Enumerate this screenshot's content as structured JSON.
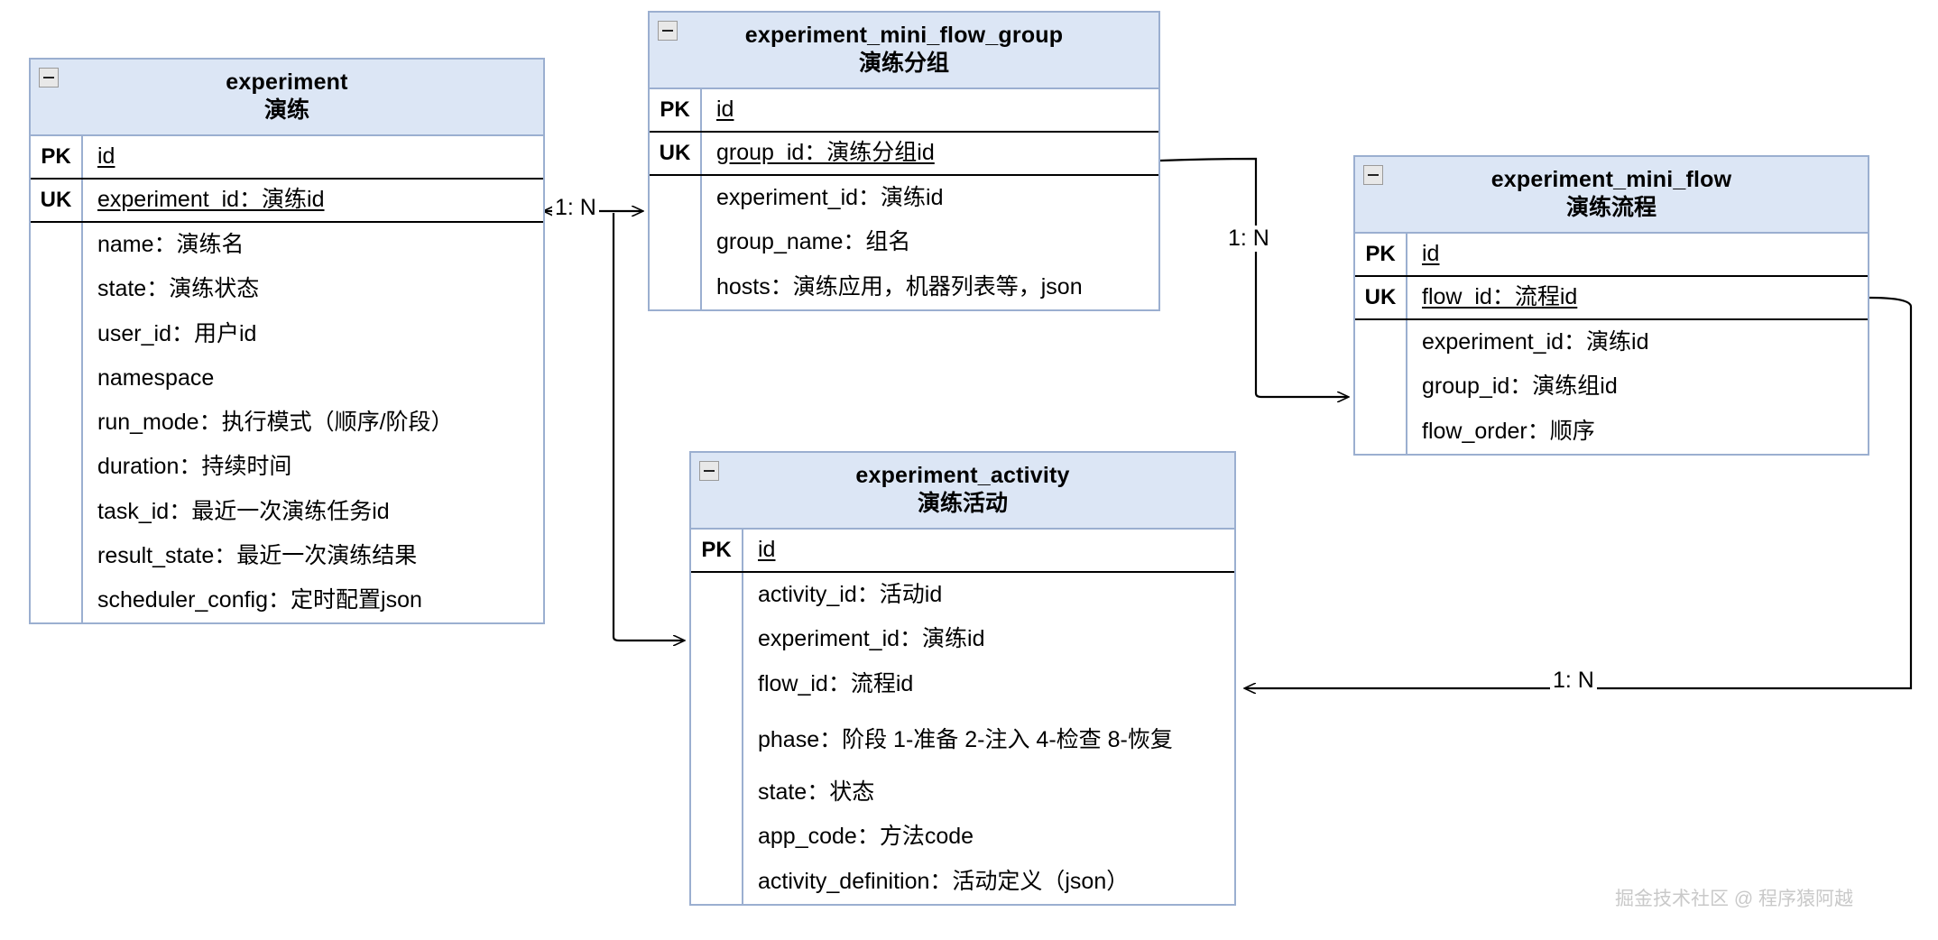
{
  "diagram": {
    "type": "er-diagram",
    "watermark": "掘金技术社区 @ 程序猿阿越",
    "colors": {
      "header_fill": "#dce6f5",
      "border": "#9bafd0",
      "separator": "#000000",
      "background": "#ffffff",
      "watermark": "#c9c9c9"
    }
  },
  "entities": {
    "experiment": {
      "name": "experiment",
      "cn_name": "演练",
      "collapse_icon": "minus-box-icon",
      "keys": [
        {
          "key": "PK",
          "label": "id"
        },
        {
          "key": "UK",
          "label": "experiment_id：演练id"
        }
      ],
      "attributes": [
        "name：演练名",
        "state：演练状态",
        "user_id：用户id",
        "namespace",
        "run_mode：执行模式（顺序/阶段）",
        "duration：持续时间",
        "task_id：最近一次演练任务id",
        "result_state：最近一次演练结果",
        "scheduler_config：定时配置json"
      ]
    },
    "experiment_mini_flow_group": {
      "name": "experiment_mini_flow_group",
      "cn_name": "演练分组",
      "collapse_icon": "minus-box-icon",
      "keys": [
        {
          "key": "PK",
          "label": "id"
        },
        {
          "key": "UK",
          "label": "group_id：演练分组id"
        }
      ],
      "attributes": [
        "experiment_id：演练id",
        "group_name：组名",
        "hosts：演练应用，机器列表等，json"
      ]
    },
    "experiment_mini_flow": {
      "name": "experiment_mini_flow",
      "cn_name": "演练流程",
      "collapse_icon": "minus-box-icon",
      "keys": [
        {
          "key": "PK",
          "label": "id"
        },
        {
          "key": "UK",
          "label": "flow_id：流程id"
        }
      ],
      "attributes": [
        "experiment_id：演练id",
        "group_id：演练组id",
        "flow_order：顺序"
      ]
    },
    "experiment_activity": {
      "name": "experiment_activity",
      "cn_name": "演练活动",
      "collapse_icon": "minus-box-icon",
      "keys": [
        {
          "key": "PK",
          "label": "id"
        }
      ],
      "attributes": [
        "activity_id：活动id",
        "experiment_id：演练id",
        "flow_id：流程id",
        "phase：阶段 1-准备 2-注入 4-检查 8-恢复",
        "state：状态",
        "app_code：方法code",
        "activity_definition：活动定义（json）"
      ]
    }
  },
  "relationships": [
    {
      "id": "r1",
      "label": "1: N",
      "from": "experiment",
      "to": "experiment_mini_flow_group"
    },
    {
      "id": "r2",
      "label": "1: N",
      "from": "experiment_mini_flow_group",
      "to": "experiment_mini_flow"
    },
    {
      "id": "r3",
      "label": "1: N",
      "from": "experiment",
      "to": "experiment_activity"
    },
    {
      "id": "r4",
      "label": "1: N",
      "from": "experiment_mini_flow",
      "to": "experiment_activity"
    }
  ]
}
